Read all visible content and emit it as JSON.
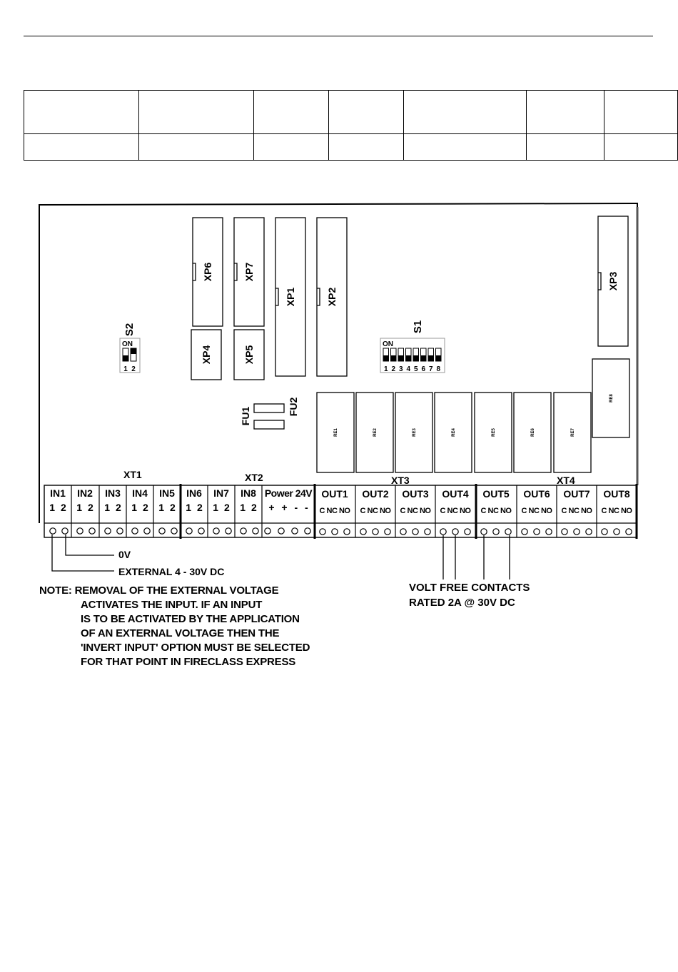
{
  "table": {
    "columns": 7
  },
  "board": {
    "connectors": [
      "XP1",
      "XP2",
      "XP3",
      "XP4",
      "XP5",
      "XP6",
      "XP7"
    ],
    "fuses": [
      "FU1",
      "FU2"
    ],
    "switches": [
      {
        "name": "S2",
        "state_label": "ON",
        "positions": [
          "1",
          "2"
        ]
      },
      {
        "name": "S1",
        "state_label": "ON",
        "positions": [
          "1",
          "2",
          "3",
          "4",
          "5",
          "6",
          "7",
          "8"
        ]
      }
    ],
    "relays": [
      "RE1",
      "RE2",
      "RE3",
      "RE4",
      "RE5",
      "RE6",
      "RE7",
      "RE8"
    ],
    "terminal_blocks": [
      "XT1",
      "XT2",
      "XT3",
      "XT4"
    ],
    "inputs": [
      {
        "label": "IN1",
        "pins": "1 2"
      },
      {
        "label": "IN2",
        "pins": "1 2"
      },
      {
        "label": "IN3",
        "pins": "1 2"
      },
      {
        "label": "IN4",
        "pins": "1 2"
      },
      {
        "label": "IN5",
        "pins": "1 2"
      },
      {
        "label": "IN6",
        "pins": "1 2"
      },
      {
        "label": "IN7",
        "pins": "1 2"
      },
      {
        "label": "IN8",
        "pins": "1 2"
      }
    ],
    "power": {
      "label": "Power 24V",
      "pins": "+ + - -"
    },
    "outputs": [
      {
        "label": "OUT1",
        "pins": "C NC NO"
      },
      {
        "label": "OUT2",
        "pins": "C NC NO"
      },
      {
        "label": "OUT3",
        "pins": "C NC NO"
      },
      {
        "label": "OUT4",
        "pins": "C NC NO"
      },
      {
        "label": "OUT5",
        "pins": "C NC NO"
      },
      {
        "label": "OUT6",
        "pins": "C NC NO"
      },
      {
        "label": "OUT7",
        "pins": "C NC NO"
      },
      {
        "label": "OUT8",
        "pins": "C NC NO"
      }
    ]
  },
  "callouts": {
    "zero_volt": "0V",
    "external_supply": "EXTERNAL 4 - 30V DC",
    "volt_free_1": "VOLT FREE CONTACTS",
    "volt_free_2": "RATED 2A @ 30V DC"
  },
  "note": {
    "lines": [
      "NOTE:  REMOVAL OF THE EXTERNAL VOLTAGE",
      "ACTIVATES THE INPUT.  IF AN INPUT",
      "IS TO BE ACTIVATED BY THE APPLICATION",
      "OF AN EXTERNAL VOLTAGE THEN THE",
      "'INVERT INPUT' OPTION MUST BE SELECTED",
      "FOR THAT POINT IN FIRECLASS EXPRESS"
    ]
  }
}
